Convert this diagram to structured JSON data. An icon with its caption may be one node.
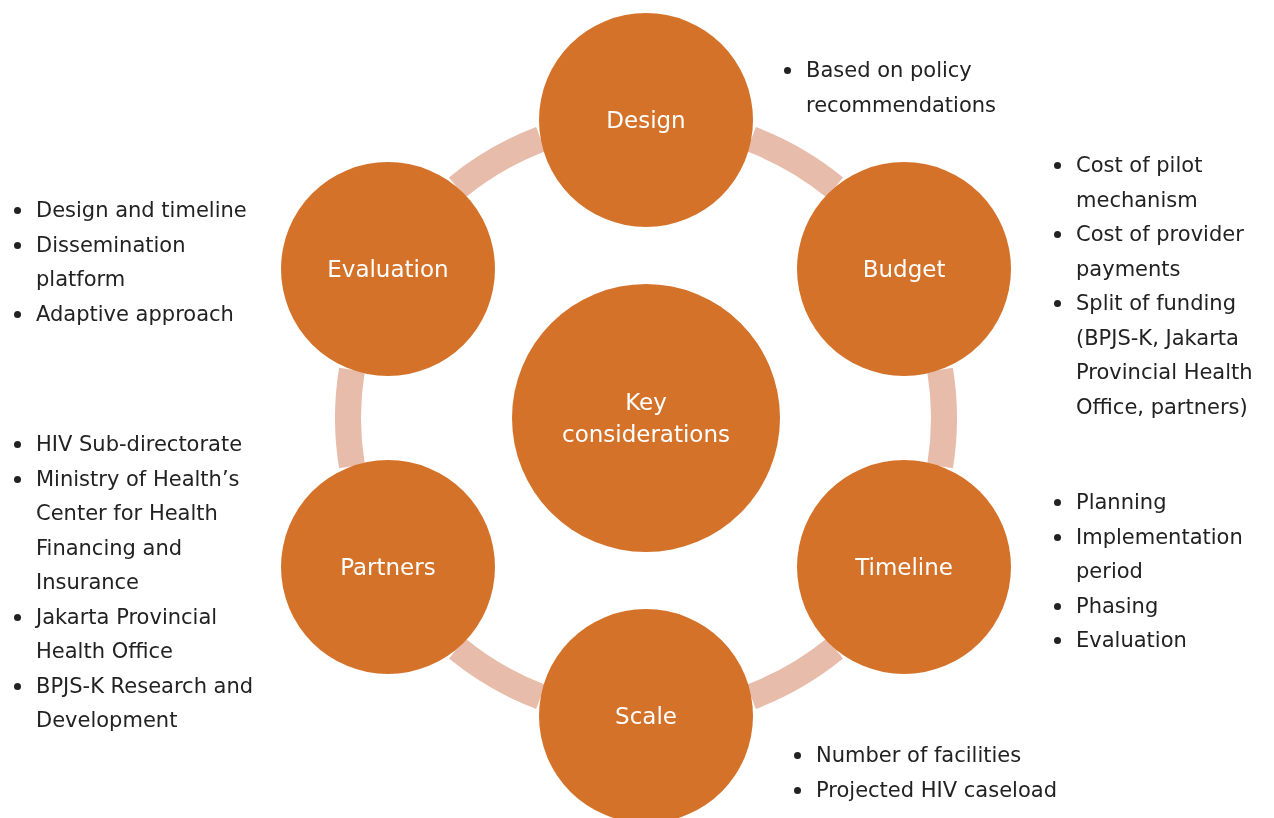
{
  "diagram": {
    "nodes": [
      {
        "text": [
          "Design"
        ],
        "beside": [
          "Based on policy recommendations"
        ]
      },
      {
        "text": [
          "Budget"
        ],
        "beside": [
          "Cost of pilot mechanism",
          "Cost of provider payments",
          "Split of funding (BPJS-K, Jakarta Provincial Health Office, partners)"
        ]
      },
      {
        "text": [
          "Timeline"
        ],
        "beside": [
          "Planning",
          "Implementation period",
          "Phasing",
          "Evaluation"
        ]
      },
      {
        "text": [
          "Scale"
        ],
        "beside": [
          "Number of facilities",
          "Projected HIV caseload"
        ]
      },
      {
        "text": [
          "Partners"
        ],
        "beside": [
          "HIV Sub-directorate",
          "Ministry of Health’s Center for Health Financing and Insurance",
          "Jakarta Provincial Health Office",
          "BPJS-K Research and Development"
        ]
      },
      {
        "text": [
          "Evaluation"
        ],
        "beside": [
          "Design and timeline",
          "Dissemination platform",
          "Adaptive approach"
        ]
      },
      {
        "text": [
          "Key considerations"
        ]
      }
    ],
    "edges": [
      {
        "from": 0,
        "to": 1,
        "arrow": "none"
      },
      {
        "from": 1,
        "to": 2,
        "arrow": "none"
      },
      {
        "from": 2,
        "to": 3,
        "arrow": "none"
      },
      {
        "from": 3,
        "to": 4,
        "arrow": "none"
      },
      {
        "from": 4,
        "to": 5,
        "arrow": "none"
      },
      {
        "from": 5,
        "to": 0,
        "arrow": "none"
      }
    ]
  }
}
